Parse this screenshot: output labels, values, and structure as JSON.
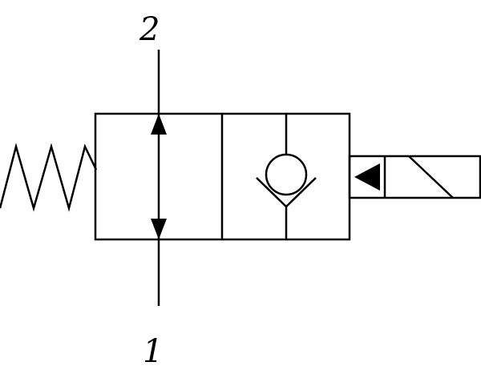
{
  "diagram": {
    "type": "hydraulic-solenoid-valve-symbol",
    "ports": {
      "top_label": "2",
      "bottom_label": "1"
    },
    "components": [
      "spring-actuator",
      "flow-position-bidirectional-arrow",
      "check-valve-position",
      "solenoid-actuator"
    ],
    "colors": {
      "line": "#000000",
      "background": "#ffffff"
    }
  }
}
